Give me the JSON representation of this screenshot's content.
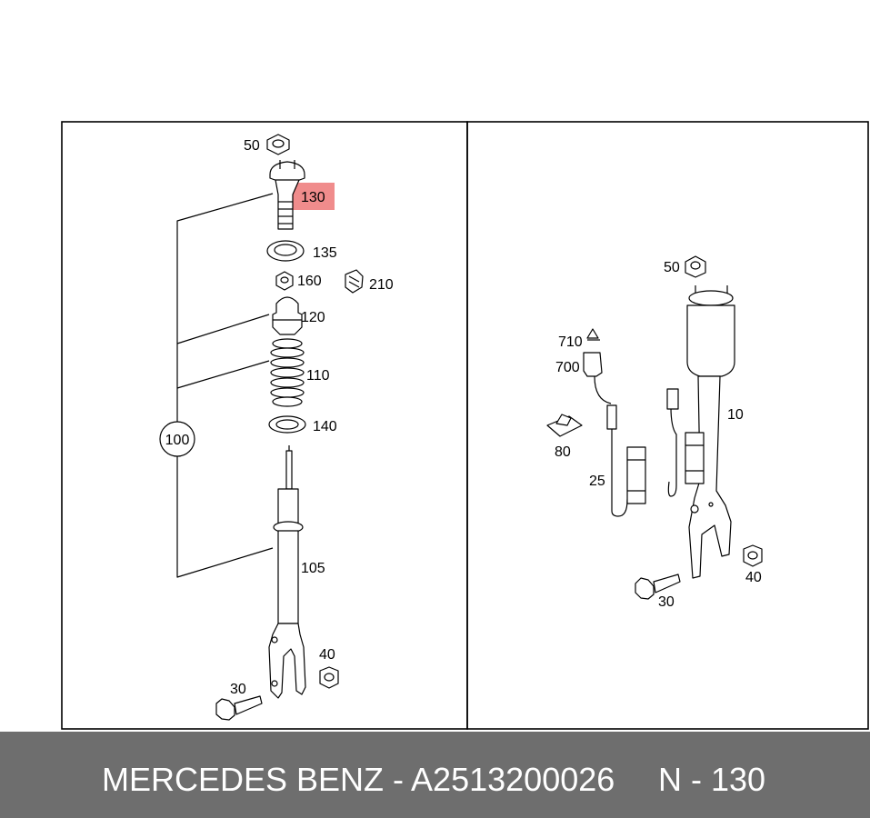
{
  "diagram": {
    "labels": {
      "l50": "50",
      "l130": "130",
      "l135": "135",
      "l160": "160",
      "l210": "210",
      "l120": "120",
      "l110": "110",
      "l140": "140",
      "l100": "100",
      "l105": "105",
      "l40": "40",
      "l30": "30",
      "r50": "50",
      "r710": "710",
      "r700": "700",
      "r10": "10",
      "r80": "80",
      "r25": "25",
      "r40": "40",
      "r30": "30"
    },
    "highlight_color": "#f08c8c"
  },
  "footer": {
    "brand_text": "MERCEDES BENZ - A2513200026",
    "ref_text": "N - 130"
  }
}
